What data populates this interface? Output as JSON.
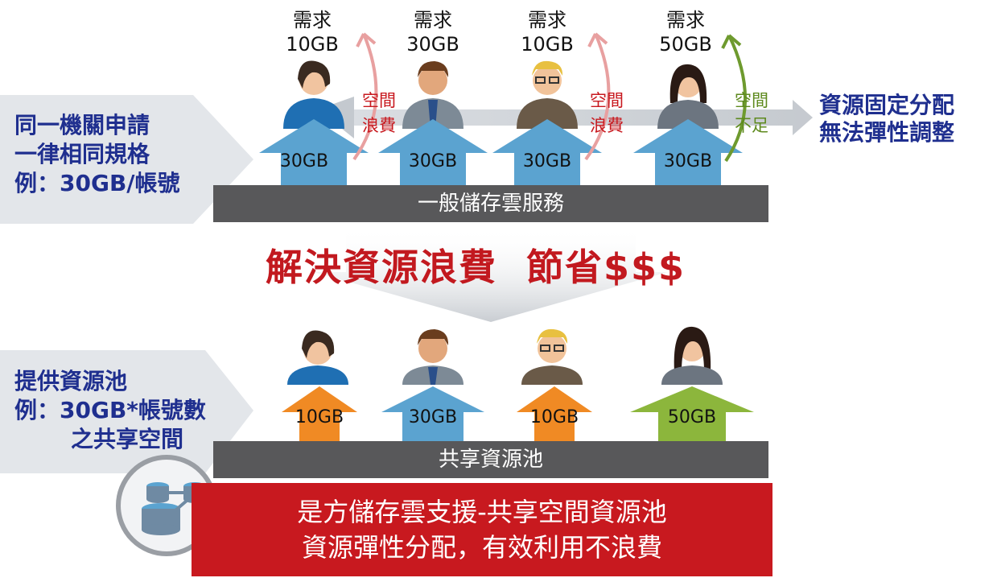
{
  "top": {
    "demands": [
      {
        "label": "需求",
        "value": "10GB"
      },
      {
        "label": "需求",
        "value": "30GB"
      },
      {
        "label": "需求",
        "value": "10GB"
      },
      {
        "label": "需求",
        "value": "50GB"
      }
    ],
    "allocations": [
      "30GB",
      "30GB",
      "30GB",
      "30GB"
    ],
    "notes": [
      {
        "line1": "空間",
        "line2": "浪費",
        "color": "#c8191f"
      },
      {
        "line1": "空間",
        "line2": "浪費",
        "color": "#c8191f"
      },
      {
        "line1": "空間",
        "line2": "不足",
        "color": "#5e8a1e"
      }
    ],
    "left_lines": [
      "同一機關申請",
      "一律相同規格",
      "例：30GB/帳號"
    ],
    "right_lines": [
      "資源固定分配",
      "無法彈性調整"
    ],
    "bar": "一般儲存雲服務"
  },
  "headline": "解決資源浪費  節省$$$",
  "bottom": {
    "allocations": [
      "10GB",
      "30GB",
      "10GB",
      "50GB"
    ],
    "left_lines": [
      "提供資源池",
      "例：30GB*帳號數",
      "之共享空間"
    ],
    "bar": "共享資源池"
  },
  "banner": {
    "line1": "是方儲存雲支援-共享空間資源池",
    "line2": "資源彈性分配，有效利用不浪費"
  },
  "colors": {
    "blue_arrow": "#5ba3d0",
    "orange_arrow": "#f08a24",
    "green_arrow": "#8cb63c",
    "dark_bar": "#58585a",
    "accent_red": "#c8191f",
    "text_blue": "#1f2f8f"
  }
}
